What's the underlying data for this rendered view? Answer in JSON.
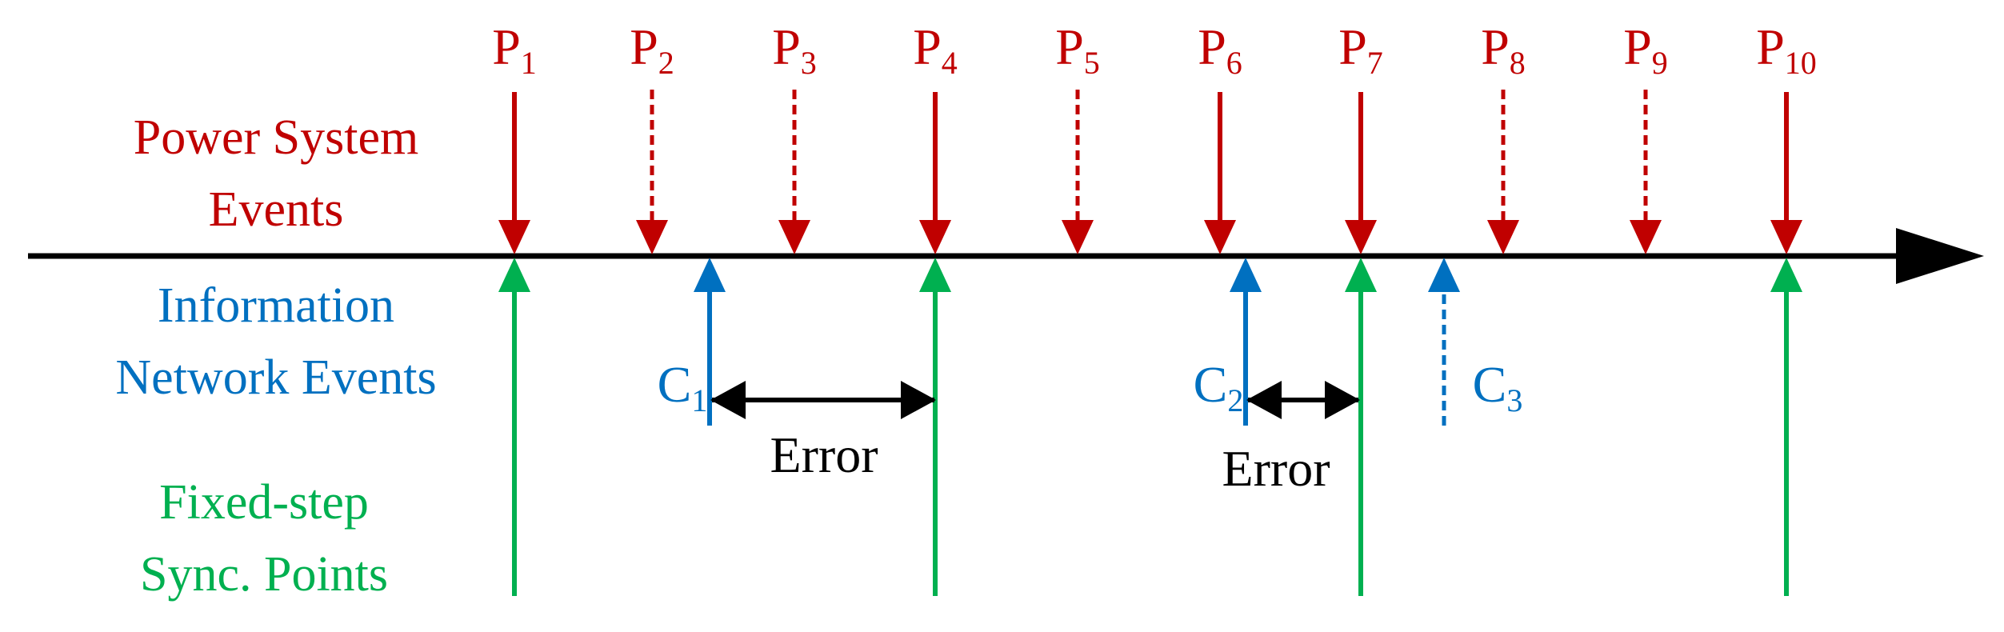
{
  "colors": {
    "power": "#c00000",
    "network": "#0070c0",
    "sync": "#00b050",
    "axis": "#000000"
  },
  "side_labels": {
    "power": [
      "Power System",
      "Events"
    ],
    "network": [
      "Information",
      "Network Events"
    ],
    "sync": [
      "Fixed-step",
      "Sync. Points"
    ]
  },
  "power_events": [
    {
      "letter": "P",
      "sub": "1",
      "style": "solid"
    },
    {
      "letter": "P",
      "sub": "2",
      "style": "dashed"
    },
    {
      "letter": "P",
      "sub": "3",
      "style": "dashed"
    },
    {
      "letter": "P",
      "sub": "4",
      "style": "solid"
    },
    {
      "letter": "P",
      "sub": "5",
      "style": "dashed"
    },
    {
      "letter": "P",
      "sub": "6",
      "style": "solid"
    },
    {
      "letter": "P",
      "sub": "7",
      "style": "solid"
    },
    {
      "letter": "P",
      "sub": "8",
      "style": "dashed"
    },
    {
      "letter": "P",
      "sub": "9",
      "style": "dashed"
    },
    {
      "letter": "P",
      "sub": "10",
      "style": "solid"
    }
  ],
  "network_events": [
    {
      "letter": "C",
      "sub": "1",
      "style": "solid"
    },
    {
      "letter": "C",
      "sub": "2",
      "style": "solid"
    },
    {
      "letter": "C",
      "sub": "3",
      "style": "dashed"
    }
  ],
  "error_label": "Error"
}
